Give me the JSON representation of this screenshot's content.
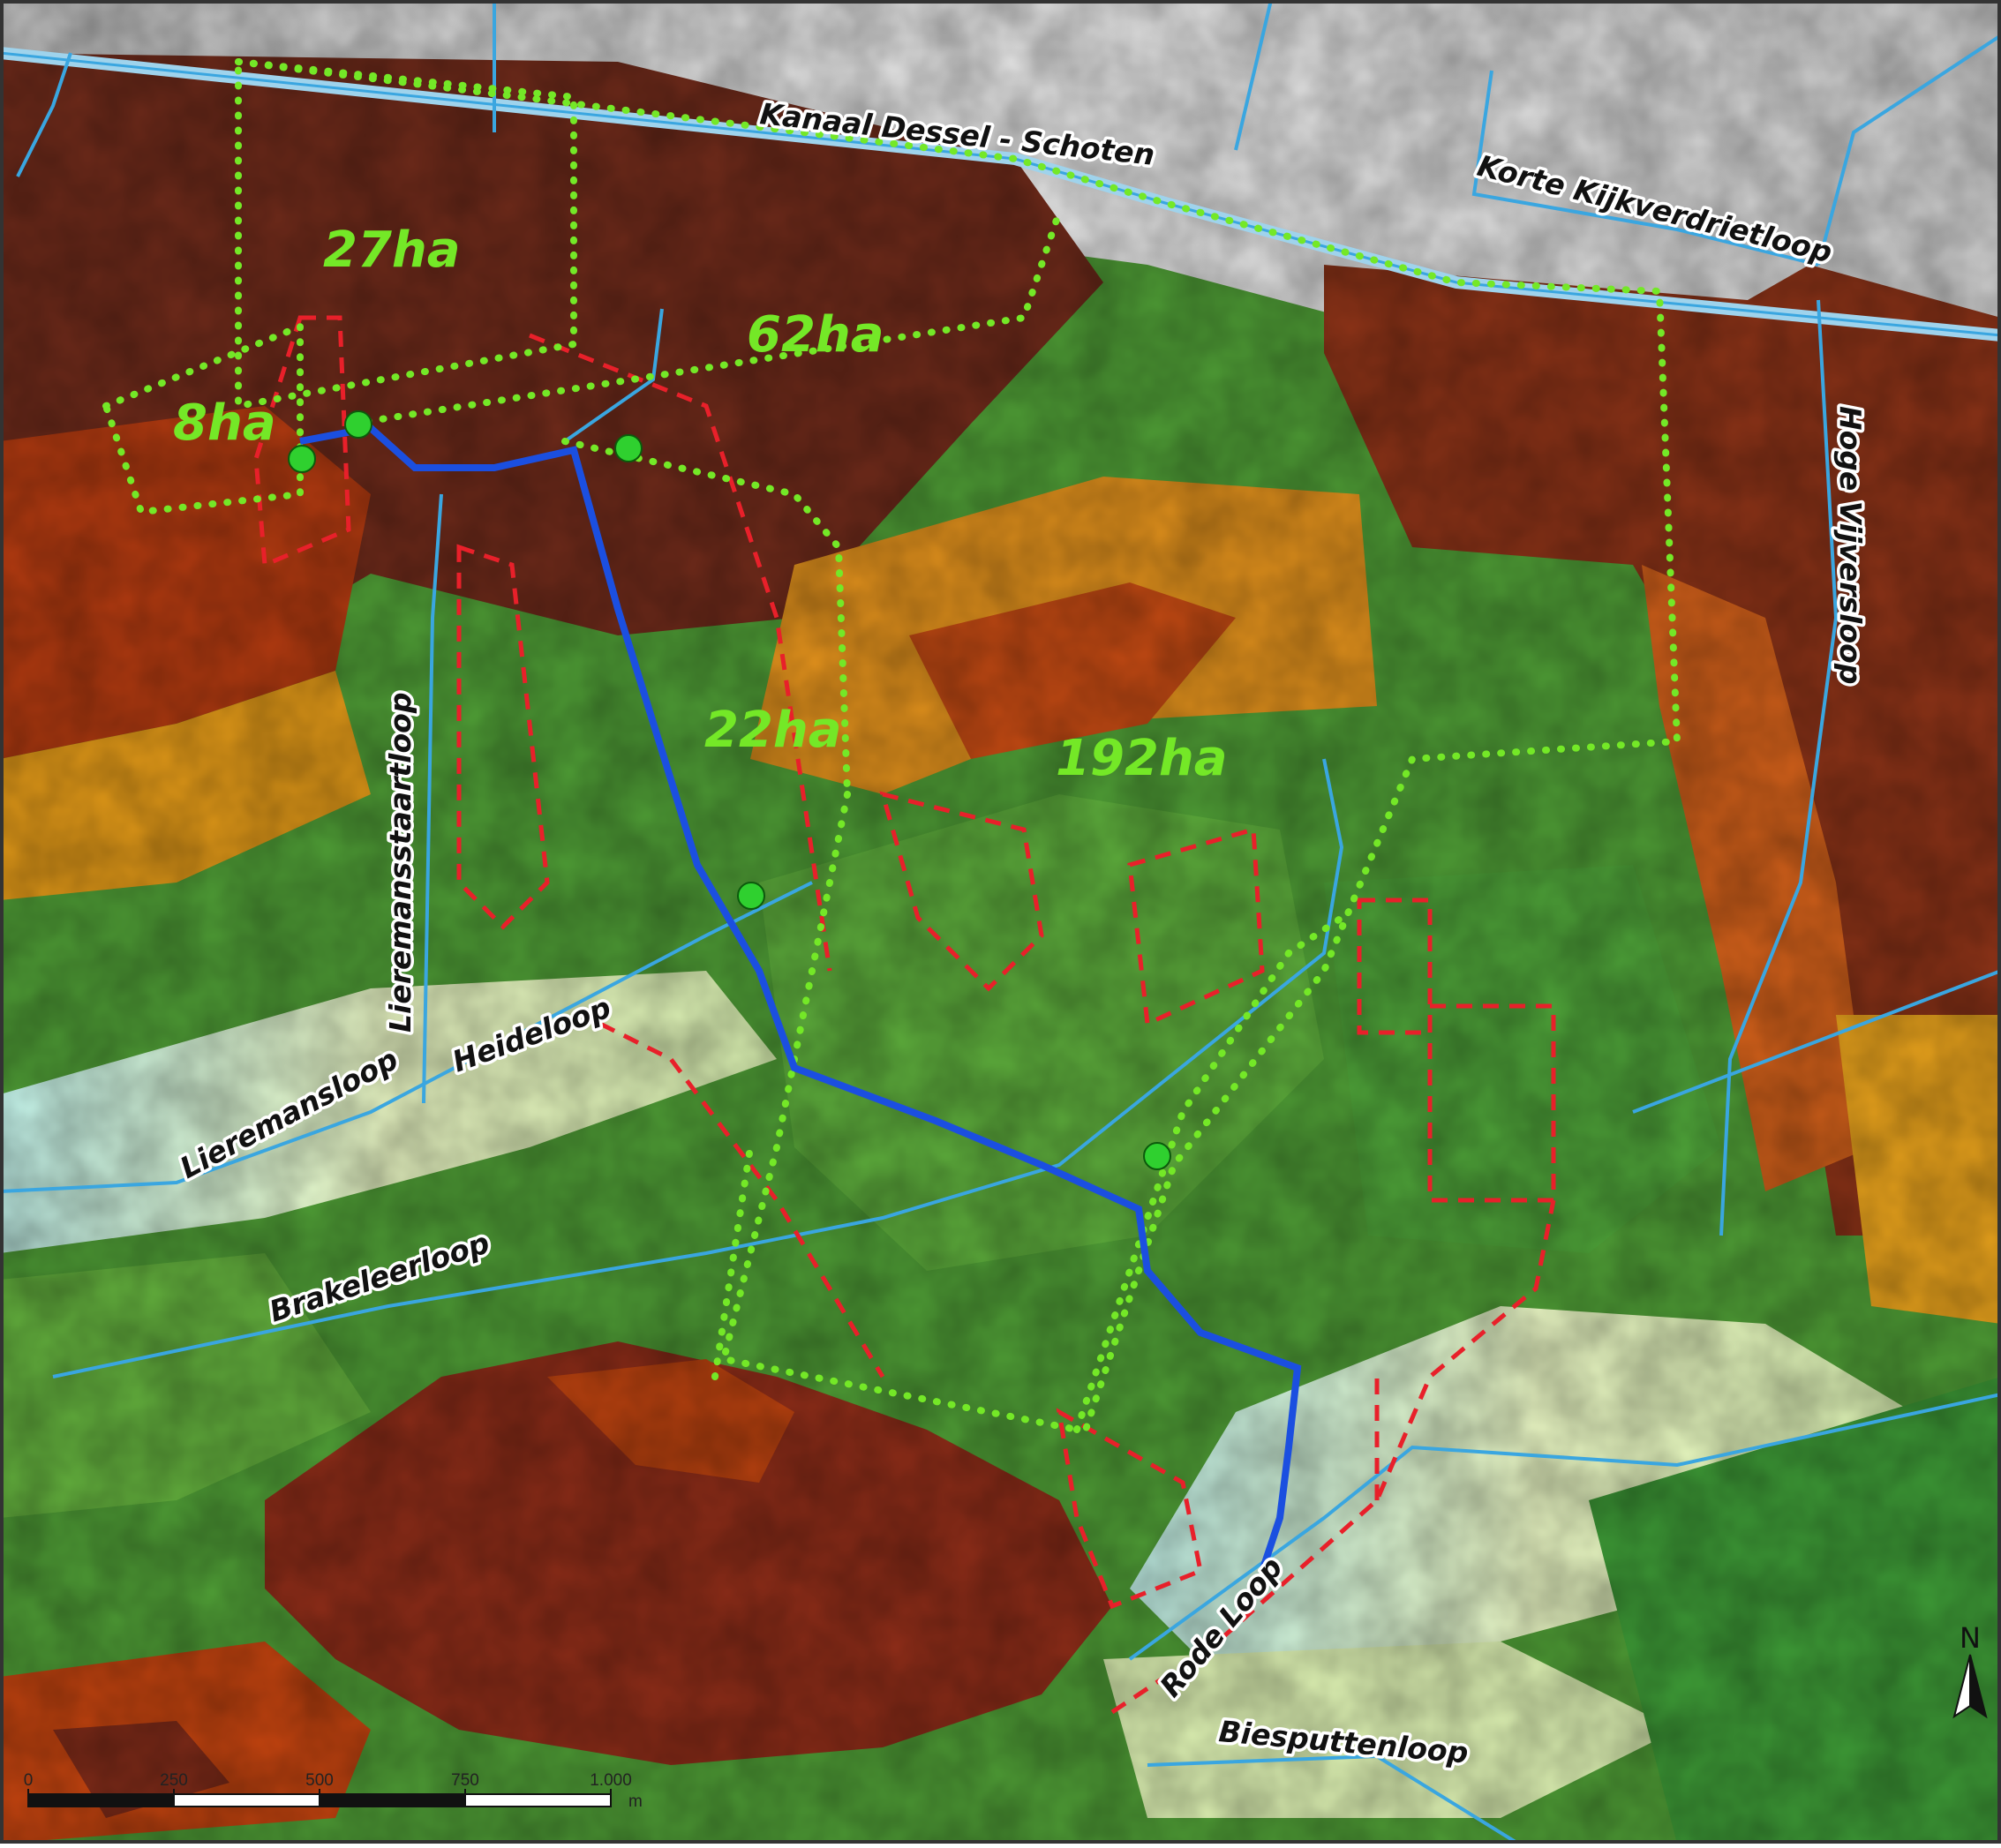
{
  "map": {
    "waterways": {
      "kanaal": "Kanaal Dessel - Schoten",
      "korte": "Korte Kijkverdrietloop",
      "hoge": "Hoge Vijversloop",
      "lieremansstaart": "Lieremansstaartloop",
      "heideloop": "Heideloop",
      "lieremansloop": "Lieremansloop",
      "brakeleer": "Brakeleerloop",
      "rode": "Rode Loop",
      "biesputten": "Biesputtenloop"
    },
    "areas": {
      "a27": "27ha",
      "a62": "62ha",
      "a8": "8ha",
      "a22": "22ha",
      "a192": "192ha"
    },
    "scale_bar": {
      "ticks": [
        "0",
        "250",
        "500",
        "750",
        "1.000"
      ],
      "unit": "m"
    },
    "north_arrow": {
      "label": "N",
      "icon": "north-arrow-icon"
    },
    "colors": {
      "watercourse": "#3aa6e0",
      "main_route": "#1b4fe0",
      "red_boundary": "#e8202a",
      "green_boundary": "#74e827",
      "point_marker": "#2fd02f"
    }
  }
}
